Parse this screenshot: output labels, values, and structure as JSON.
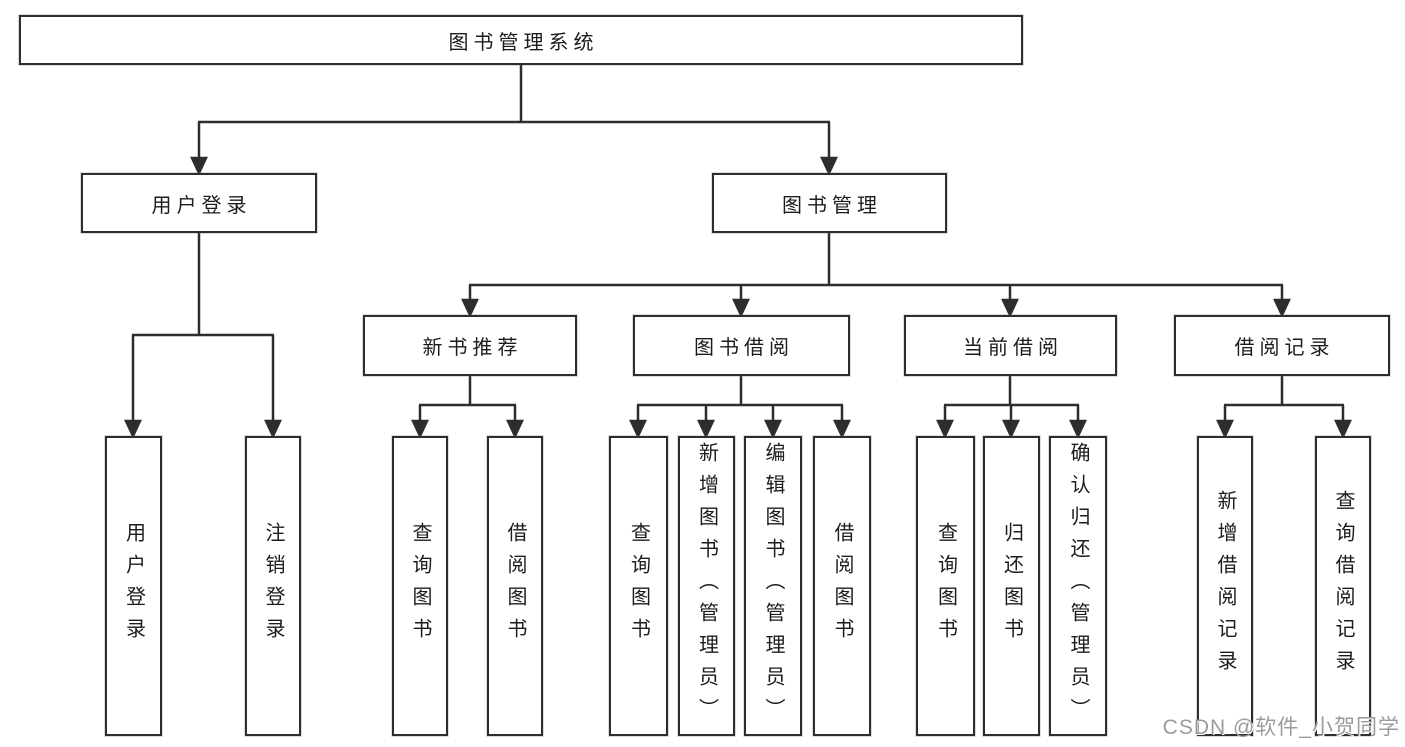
{
  "diagram": {
    "tree": {
      "label": "图书管理系统",
      "children": [
        {
          "label": "用户登录",
          "children": [
            {
              "label": "用户登录"
            },
            {
              "label": "注销登录"
            }
          ]
        },
        {
          "label": "图书管理",
          "children": [
            {
              "label": "新书推荐",
              "children": [
                {
                  "label": "查询图书"
                },
                {
                  "label": "借阅图书"
                }
              ]
            },
            {
              "label": "图书借阅",
              "children": [
                {
                  "label": "查询图书"
                },
                {
                  "label": "新增图书（管理员）"
                },
                {
                  "label": "编辑图书（管理员）"
                },
                {
                  "label": "借阅图书"
                }
              ]
            },
            {
              "label": "当前借阅",
              "children": [
                {
                  "label": "查询图书"
                },
                {
                  "label": "归还图书"
                },
                {
                  "label": "确认归还（管理员）"
                }
              ]
            },
            {
              "label": "借阅记录",
              "children": [
                {
                  "label": "新增借阅记录"
                },
                {
                  "label": "查询借阅记录"
                }
              ]
            }
          ]
        }
      ]
    }
  },
  "watermark": {
    "text": "CSDN @软件_小贺同学"
  },
  "colors": {
    "line": "#2d2d2d",
    "text": "#1c1c1c",
    "watermark": "#9b9b9b",
    "background": "#ffffff"
  }
}
